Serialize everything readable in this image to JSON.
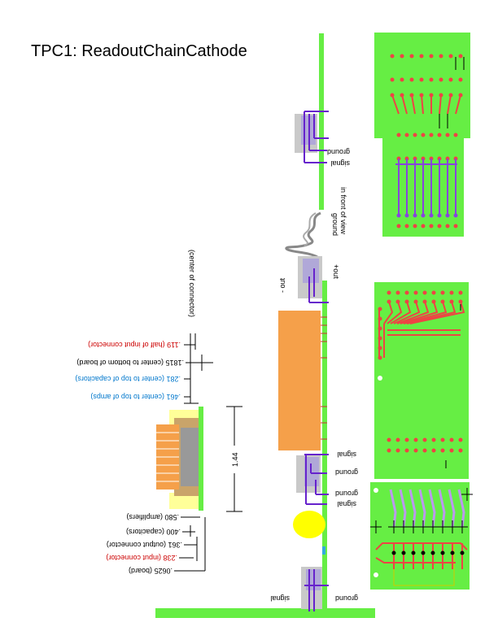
{
  "title": "TPC1: ReadoutChainCathode",
  "colors": {
    "board": "#66ee44",
    "amp": "#f5a04a",
    "capacitor": "#ffff99",
    "connector_gray": "#999999",
    "connector_light": "#c9c9c9",
    "trace": "#6622cc",
    "pad_red": "#ee4444",
    "pad_purple": "#9966ee",
    "yellow_disc": "#ffff00",
    "red_text": "#cc0000",
    "blue_text": "#0077cc"
  },
  "labels": {
    "ground_1": "ground",
    "signal_1": "signal",
    "ground_front": "ground",
    "in_front_of_view": "in front of view",
    "minus_out": "- out",
    "plus_out": "+out",
    "signal_2": "signal",
    "ground_2": "ground",
    "ground_3": "ground",
    "signal_3": "signal",
    "signal_bottom": "signal",
    "ground_bottom": "ground",
    "length": "1.44"
  },
  "dimensions": [
    {
      "value": ".119",
      "text": "(half of input connector)",
      "color": "red"
    },
    {
      "value": ".1815",
      "text": "(center to bottom of board)",
      "color": "black"
    },
    {
      "value": ".281",
      "text": "(center to top of capacitors)",
      "color": "blue"
    },
    {
      "value": ".461",
      "text": "(center to top of amps)",
      "color": "blue"
    },
    {
      "value": ".580",
      "text": "(amplifiers)",
      "color": "black"
    },
    {
      "value": ".400",
      "text": "(capacitors)",
      "color": "black"
    },
    {
      "value": ".361",
      "text": "(output connector)",
      "color": "black"
    },
    {
      "value": ".238",
      "text": "(input connector)",
      "color": "red"
    },
    {
      "value": ".0625",
      "text": "(board)",
      "color": "black"
    }
  ],
  "center_note": "(center of connector)"
}
